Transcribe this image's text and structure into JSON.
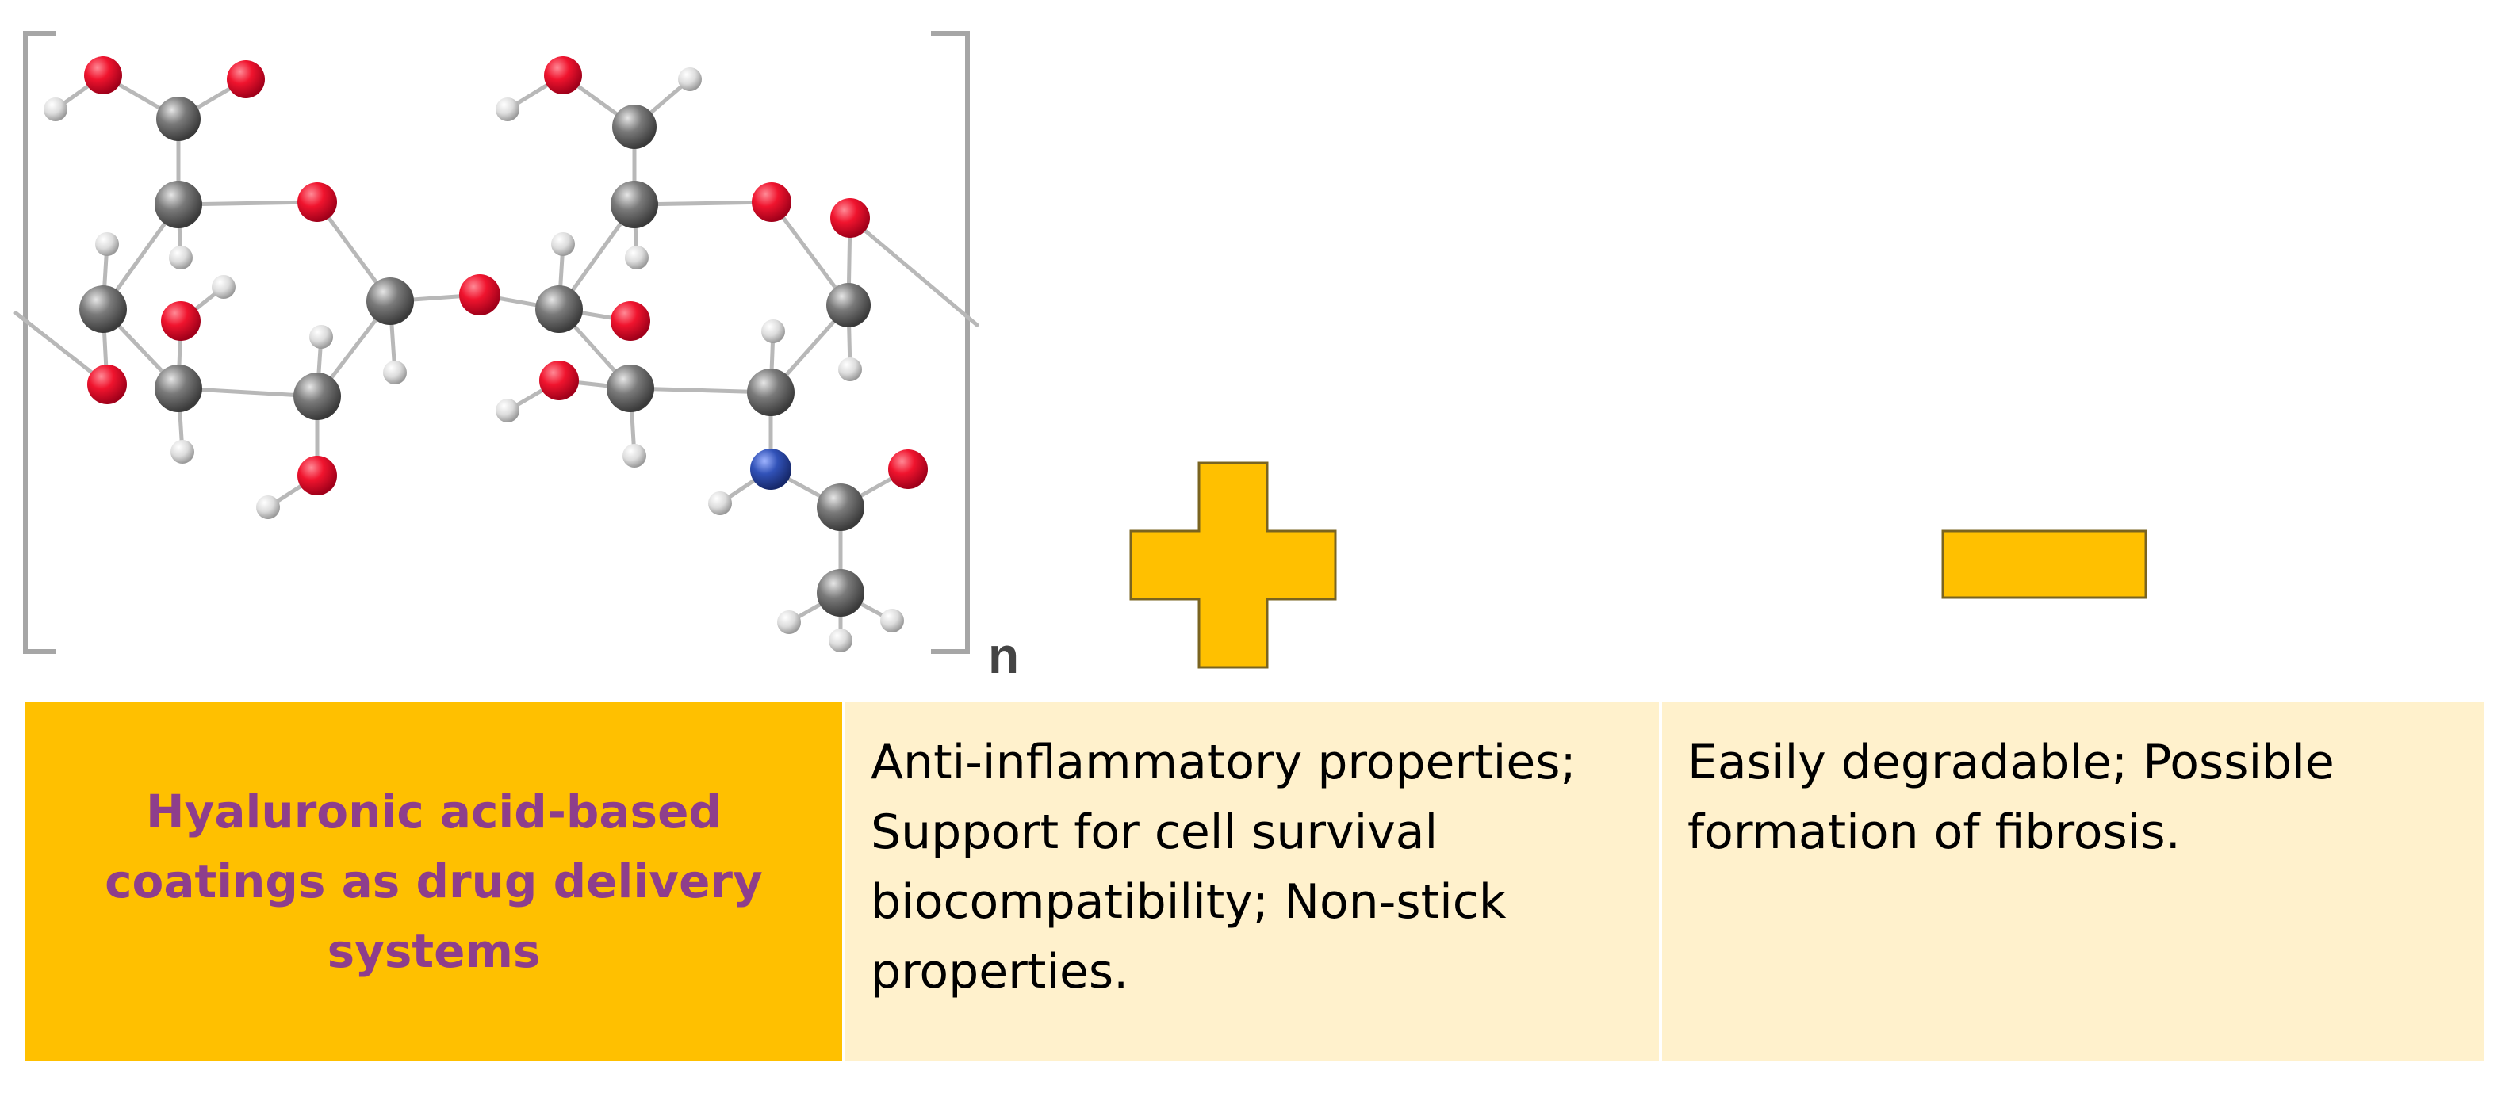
{
  "molecule": {
    "repeat_subscript": "n",
    "atom_colors": {
      "oxygen": "#e8102a",
      "carbon": "#6f6f6f",
      "hydrogen": "#d9d9d9",
      "nitrogen": "#2e4fa8"
    }
  },
  "symbols": {
    "pro_icon": "plus-icon",
    "con_icon": "minus-icon",
    "fill_color": "#ffc000"
  },
  "table": {
    "title": "Hyaluronic acid-based coatings as drug delivery systems",
    "pros": "Anti-inflammatory properties; Support for cell survival biocompatibility; Non-stick properties.",
    "cons": "Easily degradable; Possible formation of fibrosis."
  }
}
